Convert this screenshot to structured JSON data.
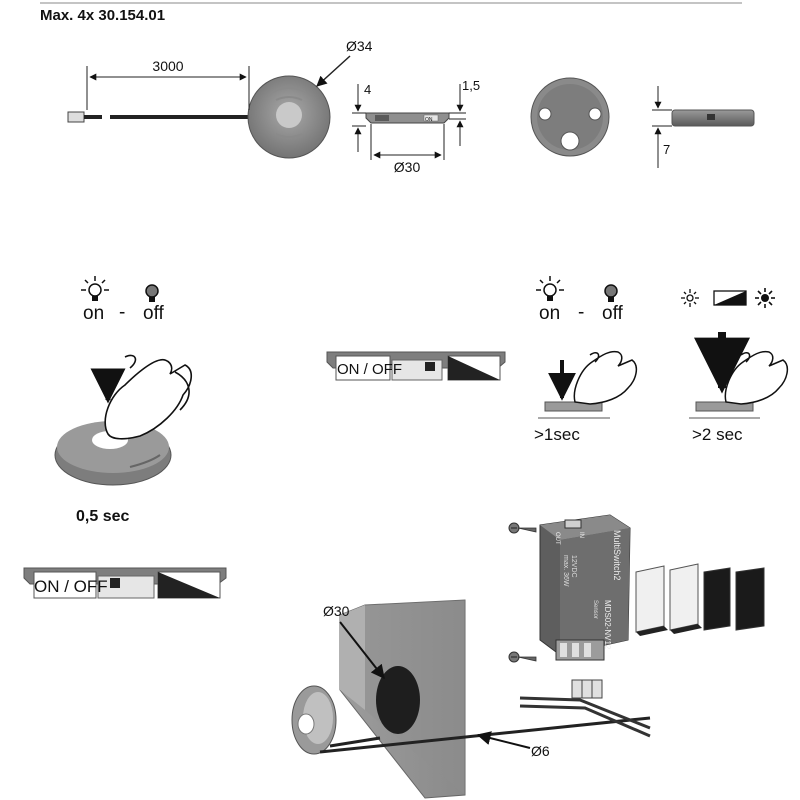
{
  "header": {
    "text": "Max. 4x  30.154.01"
  },
  "dimensions": {
    "cable_length": "3000",
    "diameter_outer": "Ø34",
    "height_total": "4",
    "height_rim": "1,5",
    "diameter_body": "Ø30",
    "height_back": "7"
  },
  "operation": {
    "on_label": "on",
    "dash": "-",
    "off_label": "off",
    "on_label_2": "on",
    "dash_2": "-",
    "off_label_2": "off",
    "tap_time": "0,5 sec",
    "hold_1": ">1sec",
    "hold_2": ">2 sec",
    "switch_label_1": "ON / OFF",
    "switch_label_2": "ON / OFF"
  },
  "installation": {
    "hole_diameter": "Ø30",
    "cable_diameter": "Ø6"
  },
  "controller": {
    "brand": "MultiSwitch2",
    "model": "MDS02-NV12",
    "port_in": "IN",
    "port_out": "OUT",
    "rating_voltage": "12VDC",
    "rating_power": "max. 36W",
    "maker": "Sensor"
  }
}
